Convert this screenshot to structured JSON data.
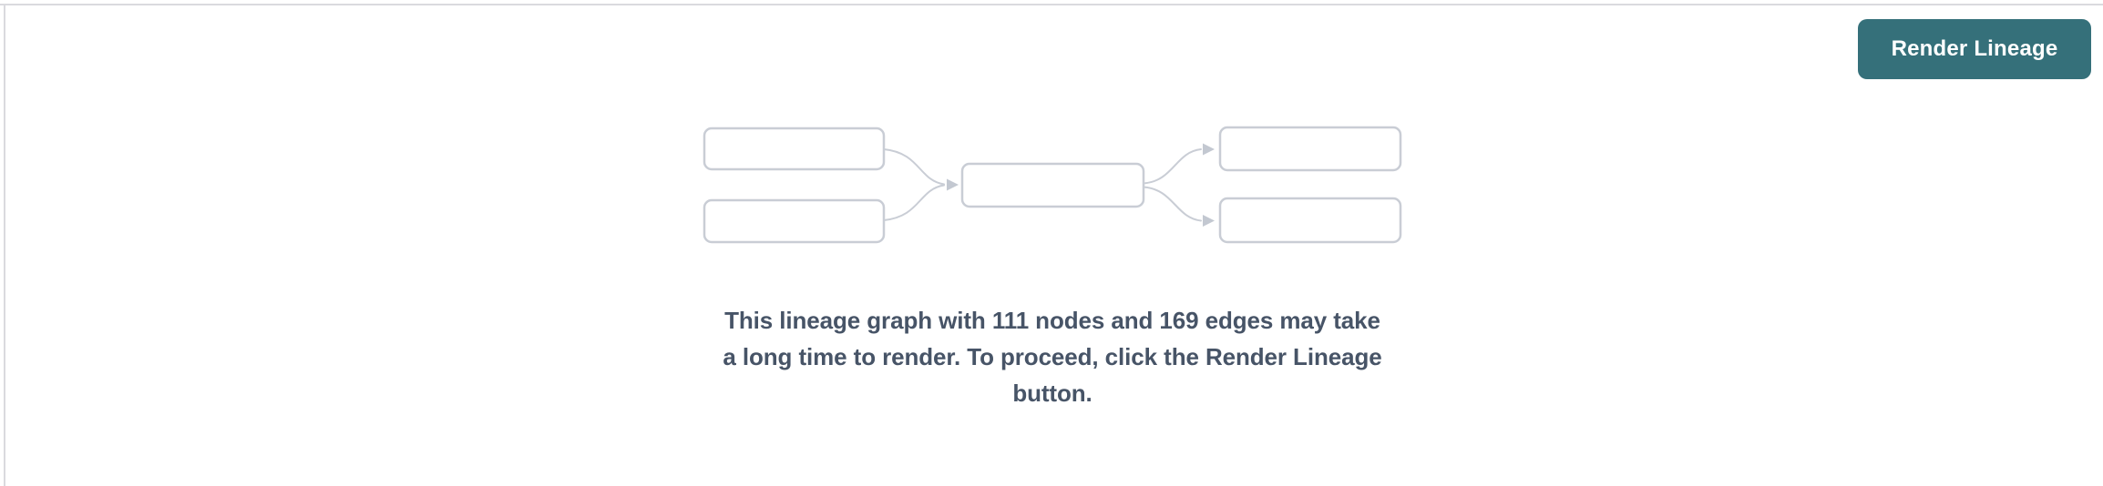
{
  "panel": {
    "background_color": "#ffffff",
    "border_color": "#dadade"
  },
  "toolbar": {
    "render_button_label": "Render Lineage",
    "render_button_color": "#35707a",
    "render_button_text_color": "#ffffff"
  },
  "placeholder_graph": {
    "description": "lineage-graph-placeholder-illustration",
    "node_fill_color": "#ffffff",
    "node_border_color": "#c9cdd5",
    "edge_color": "#c9cdd5",
    "nodes": [
      "upstream-node-1",
      "upstream-node-2",
      "center-node",
      "downstream-node-1",
      "downstream-node-2"
    ],
    "edges": [
      [
        "upstream-node-1",
        "center-node"
      ],
      [
        "upstream-node-2",
        "center-node"
      ],
      [
        "center-node",
        "downstream-node-1"
      ],
      [
        "center-node",
        "downstream-node-2"
      ]
    ]
  },
  "message": {
    "text": "This lineage graph with 111 nodes and 169 edges may take a long time to render. To proceed, click the Render Lineage button.",
    "lines": [
      "This lineage graph with 111 nodes and 169 edges may take",
      "a long time to render. To proceed, click the Render Lineage",
      "button."
    ],
    "node_count": "111",
    "edge_count": "169",
    "text_color": "#475467"
  }
}
